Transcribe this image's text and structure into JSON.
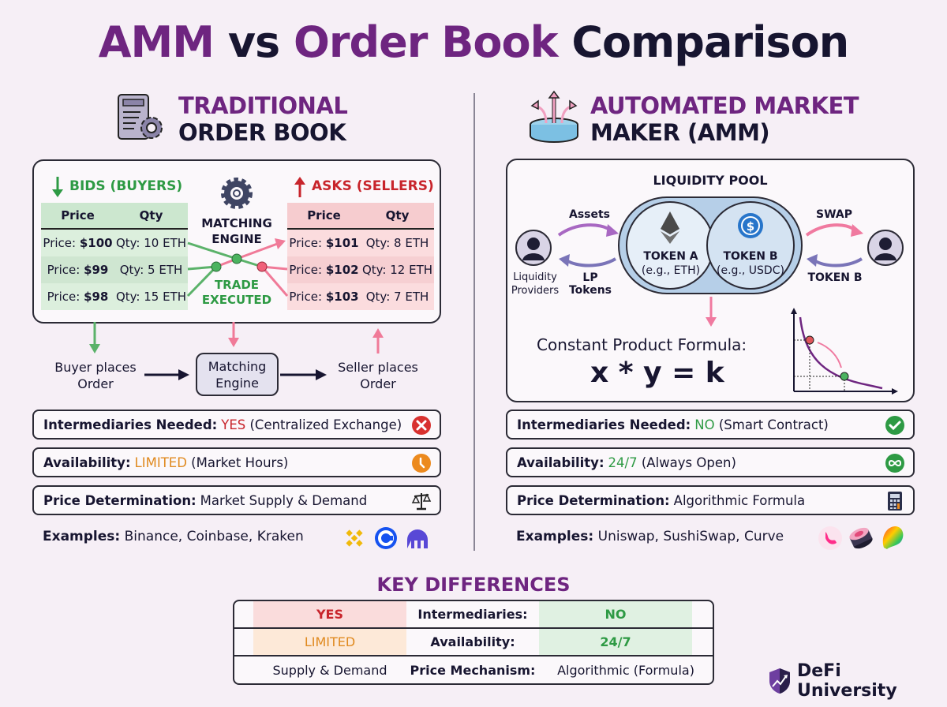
{
  "title": {
    "part1": "AMM",
    "part2": "vs",
    "part3": "Order Book",
    "part4": "Comparison"
  },
  "order_book": {
    "heading_line1": "TRADITIONAL",
    "heading_line2": "ORDER BOOK",
    "icon": "document-gear-icon",
    "bids_title": "BIDS (BUYERS)",
    "asks_title": "ASKS (SELLERS)",
    "col_price": "Price",
    "col_qty": "Qty",
    "bids": [
      {
        "price_label": "Price:",
        "price": "$100",
        "qty": "Qty: 10 ETH"
      },
      {
        "price_label": "Price:",
        "price": "$99",
        "qty": "Qty: 5 ETH"
      },
      {
        "price_label": "Price:",
        "price": "$98",
        "qty": "Qty: 15 ETH"
      }
    ],
    "asks": [
      {
        "price_label": "Price:",
        "price": "$101",
        "qty": "Qty: 8 ETH"
      },
      {
        "price_label": "Price:",
        "price": "$102",
        "qty": "Qty: 12 ETH"
      },
      {
        "price_label": "Price:",
        "price": "$103",
        "qty": "Qty: 7 ETH"
      }
    ],
    "engine_line1": "MATCHING",
    "engine_line2": "ENGINE",
    "trade_line1": "TRADE",
    "trade_line2": "EXECUTED",
    "flow": {
      "buyer_line1": "Buyer places",
      "buyer_line2": "Order",
      "engine_line1": "Matching",
      "engine_line2": "Engine",
      "seller_line1": "Seller places",
      "seller_line2": "Order"
    },
    "info": [
      {
        "label": "Intermediaries Needed:",
        "value": "YES",
        "note": "(Centralized Exchange)",
        "icon": "x-circle-icon"
      },
      {
        "label": "Availability:",
        "value": "LIMITED",
        "note": "(Market Hours)",
        "icon": "clock-icon"
      },
      {
        "label": "Price Determination:",
        "value": "",
        "note": "Market Supply & Demand",
        "icon": "scales-icon"
      }
    ],
    "examples_label": "Examples:",
    "examples": "Binance, Coinbase, Kraken",
    "example_icons": [
      "binance-logo-icon",
      "coinbase-logo-icon",
      "kraken-logo-icon"
    ]
  },
  "amm": {
    "heading_line1": "AUTOMATED MARKET",
    "heading_line2": "MAKER (AMM)",
    "icon": "pool-arrows-icon",
    "pool_title": "LIQUIDITY POOL",
    "assets_label": "Assets",
    "lp_tokens_label": "LP Tokens",
    "providers_line1": "Liquidity",
    "providers_line2": "Providers",
    "swap_label": "SWAP",
    "token_b_out_label": "TOKEN B",
    "token_a": {
      "name": "TOKEN A",
      "example": "(e.g., ETH)"
    },
    "token_b": {
      "name": "TOKEN B",
      "example": "(e.g., USDC)"
    },
    "formula_label": "Constant Product Formula:",
    "formula": "x * y = k",
    "info": [
      {
        "label": "Intermediaries Needed:",
        "value": "NO",
        "note": "(Smart Contract)",
        "icon": "check-circle-icon"
      },
      {
        "label": "Availability:",
        "value": "24/7",
        "note": "(Always Open)",
        "icon": "infinity-icon"
      },
      {
        "label": "Price Determination:",
        "value": "",
        "note": "Algorithmic Formula",
        "icon": "calculator-icon"
      }
    ],
    "examples_label": "Examples:",
    "examples": "Uniswap, SushiSwap, Curve",
    "example_icons": [
      "uniswap-logo-icon",
      "sushiswap-logo-icon",
      "curve-logo-icon"
    ]
  },
  "key_differences": {
    "title": "KEY DIFFERENCES",
    "rows": [
      {
        "order_book": "YES",
        "metric": "Intermediaries:",
        "amm": "NO"
      },
      {
        "order_book": "LIMITED",
        "metric": "Availability:",
        "amm": "24/7"
      },
      {
        "order_book": "Supply & Demand",
        "metric": "Price Mechanism:",
        "amm": "Algorithmic (Formula)"
      }
    ]
  },
  "brand": {
    "name": "DeFi University"
  },
  "colors": {
    "purple": "#6e2580",
    "dark": "#171530",
    "green": "#2e9a44",
    "red": "#c8252c",
    "orange": "#e08a20",
    "pink": "#f07aa0"
  }
}
